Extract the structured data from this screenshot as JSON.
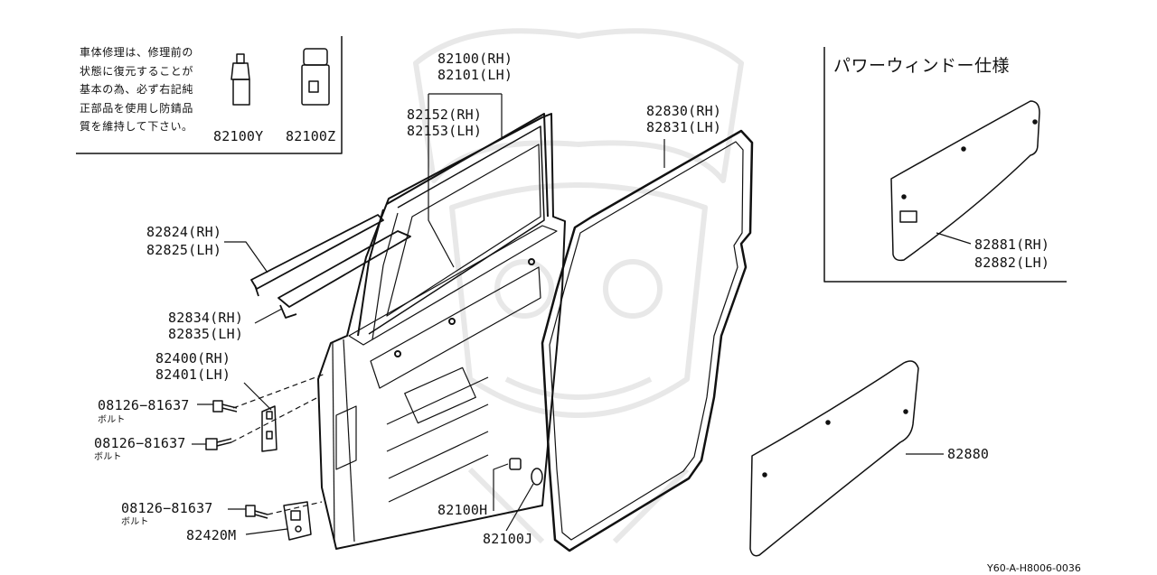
{
  "note": {
    "lines": [
      "車体修理は、修理前の",
      "状態に復元することが",
      "基本の為、必ず右記純",
      "正部品を使用し防錆品",
      "質を維持して下さい。"
    ]
  },
  "power_window": {
    "title": "パワーウィンドー仕様"
  },
  "labels": {
    "p82100Y": "82100Y",
    "p82100Z": "82100Z",
    "p82100": "82100(RH)",
    "p82101": "82101(LH)",
    "p82152": "82152(RH)",
    "p82153": "82153(LH)",
    "p82830": "82830(RH)",
    "p82831": "82831(LH)",
    "p82824": "82824(RH)",
    "p82825": "82825(LH)",
    "p82834": "82834(RH)",
    "p82835": "82835(LH)",
    "p82400": "82400(RH)",
    "p82401": "82401(LH)",
    "bolt1": "08126−81637",
    "bolt2": "08126−81637",
    "bolt3": "08126−81637",
    "bolt_word": "ボルト",
    "p82420M": "82420M",
    "p82100H": "82100H",
    "p82100J": "82100J",
    "p82881": "82881(RH)",
    "p82882": "82882(LH)",
    "p82880": "82880"
  },
  "diagram_code": "Y60-A-H8006-0036"
}
